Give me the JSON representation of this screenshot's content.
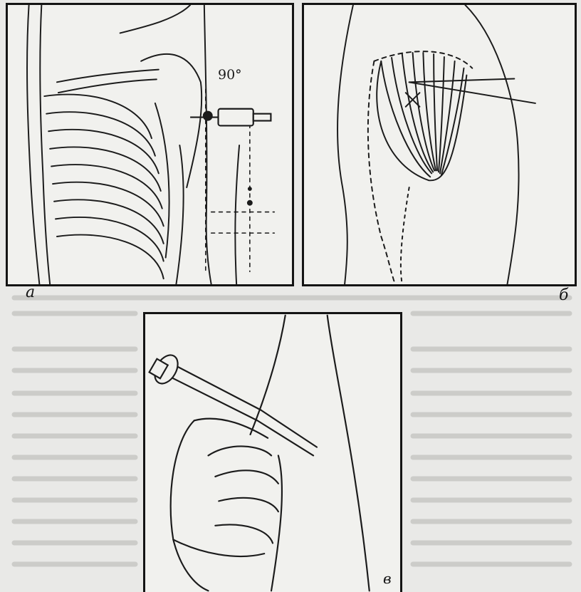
{
  "figure": {
    "panel_labels": {
      "a": "а",
      "b": "б",
      "v": "в"
    },
    "angle_label": "90°"
  }
}
